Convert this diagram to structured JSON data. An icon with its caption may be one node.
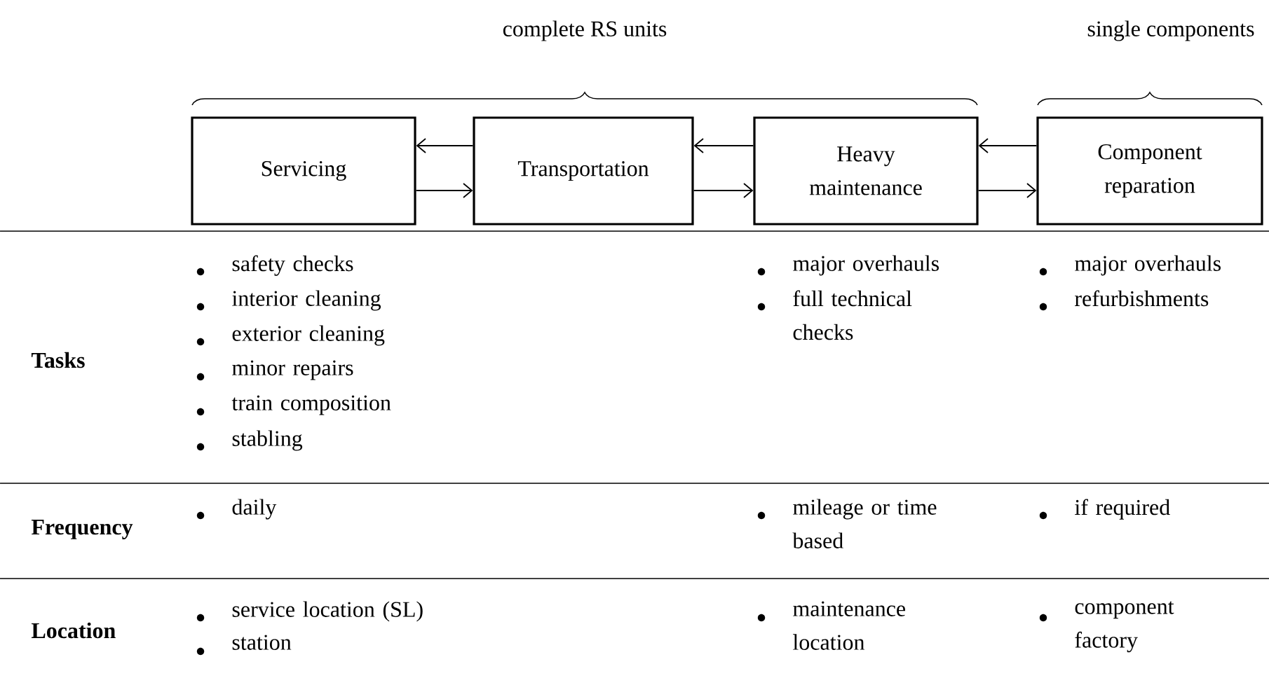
{
  "diagram": {
    "nodes": [
      {
        "text": [
          "Servicing"
        ]
      },
      {
        "text": [
          "Transportation"
        ]
      },
      {
        "text": [
          "Heavy maintenance"
        ]
      },
      {
        "text": [
          "Component reparation"
        ]
      }
    ],
    "edges": [
      {
        "from": 1,
        "to": 0,
        "arrow": "to"
      },
      {
        "from": 0,
        "to": 1,
        "arrow": "to"
      },
      {
        "from": 2,
        "to": 1,
        "arrow": "to"
      },
      {
        "from": 1,
        "to": 2,
        "arrow": "to"
      },
      {
        "from": 3,
        "to": 2,
        "arrow": "to"
      },
      {
        "from": 2,
        "to": 3,
        "arrow": "to"
      }
    ],
    "labels": [
      "complete RS units",
      "single components",
      "Tasks",
      "safety checks",
      "interior cleaning",
      "exterior cleaning",
      "minor repairs",
      "train composition",
      "stabling",
      "major overhauls",
      "full technical checks",
      "major overhauls",
      "refurbishments",
      "Frequency",
      "daily",
      "mileage or time based",
      "if required",
      "Location",
      "service location (SL)",
      "station",
      "maintenance location",
      "component factory"
    ]
  }
}
